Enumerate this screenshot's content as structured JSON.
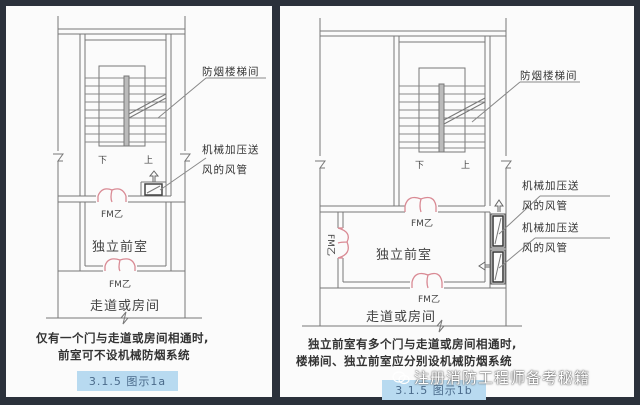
{
  "panel_a": {
    "label_stair": "防烟楼梯间",
    "label_duct_line1": "机械加压送",
    "label_duct_line2": "风的风管",
    "stair_down": "下",
    "stair_up": "上",
    "door_upper": "FM乙",
    "door_lower": "FM乙",
    "room_anteroom": "独立前室",
    "room_corridor": "走道或房间",
    "caption_line1": "仅有一个门与走道或房间相通时,",
    "caption_line2": "前室可不设机械防烟系统",
    "figure_tag": "3.1.5 图示1a"
  },
  "panel_b": {
    "label_stair": "防烟楼梯间",
    "label_duct1_line1": "机械加压送",
    "label_duct1_line2": "风的风管",
    "label_duct2_line1": "机械加压送",
    "label_duct2_line2": "风的风管",
    "stair_down": "下",
    "stair_up": "上",
    "door_upper": "FM乙",
    "door_left": "FM乙",
    "door_lower": "FM乙",
    "room_anteroom": "独立前室",
    "room_corridor": "走道或房间",
    "caption_line1": "独立前室有多个门与走道或房间相通时,",
    "caption_line2": "楼梯间、独立前室应分别设机械防烟系统",
    "figure_tag": "3.1.5 图示1b"
  },
  "watermark": {
    "text": "注册消防工程师备考秘籍",
    "icon": "wechat-icon"
  },
  "colors": {
    "frame": "#2b313b",
    "panel": "#fbfbfb",
    "line": "#666666",
    "door": "#d98a94",
    "tag_bg": "#b8daf0"
  }
}
